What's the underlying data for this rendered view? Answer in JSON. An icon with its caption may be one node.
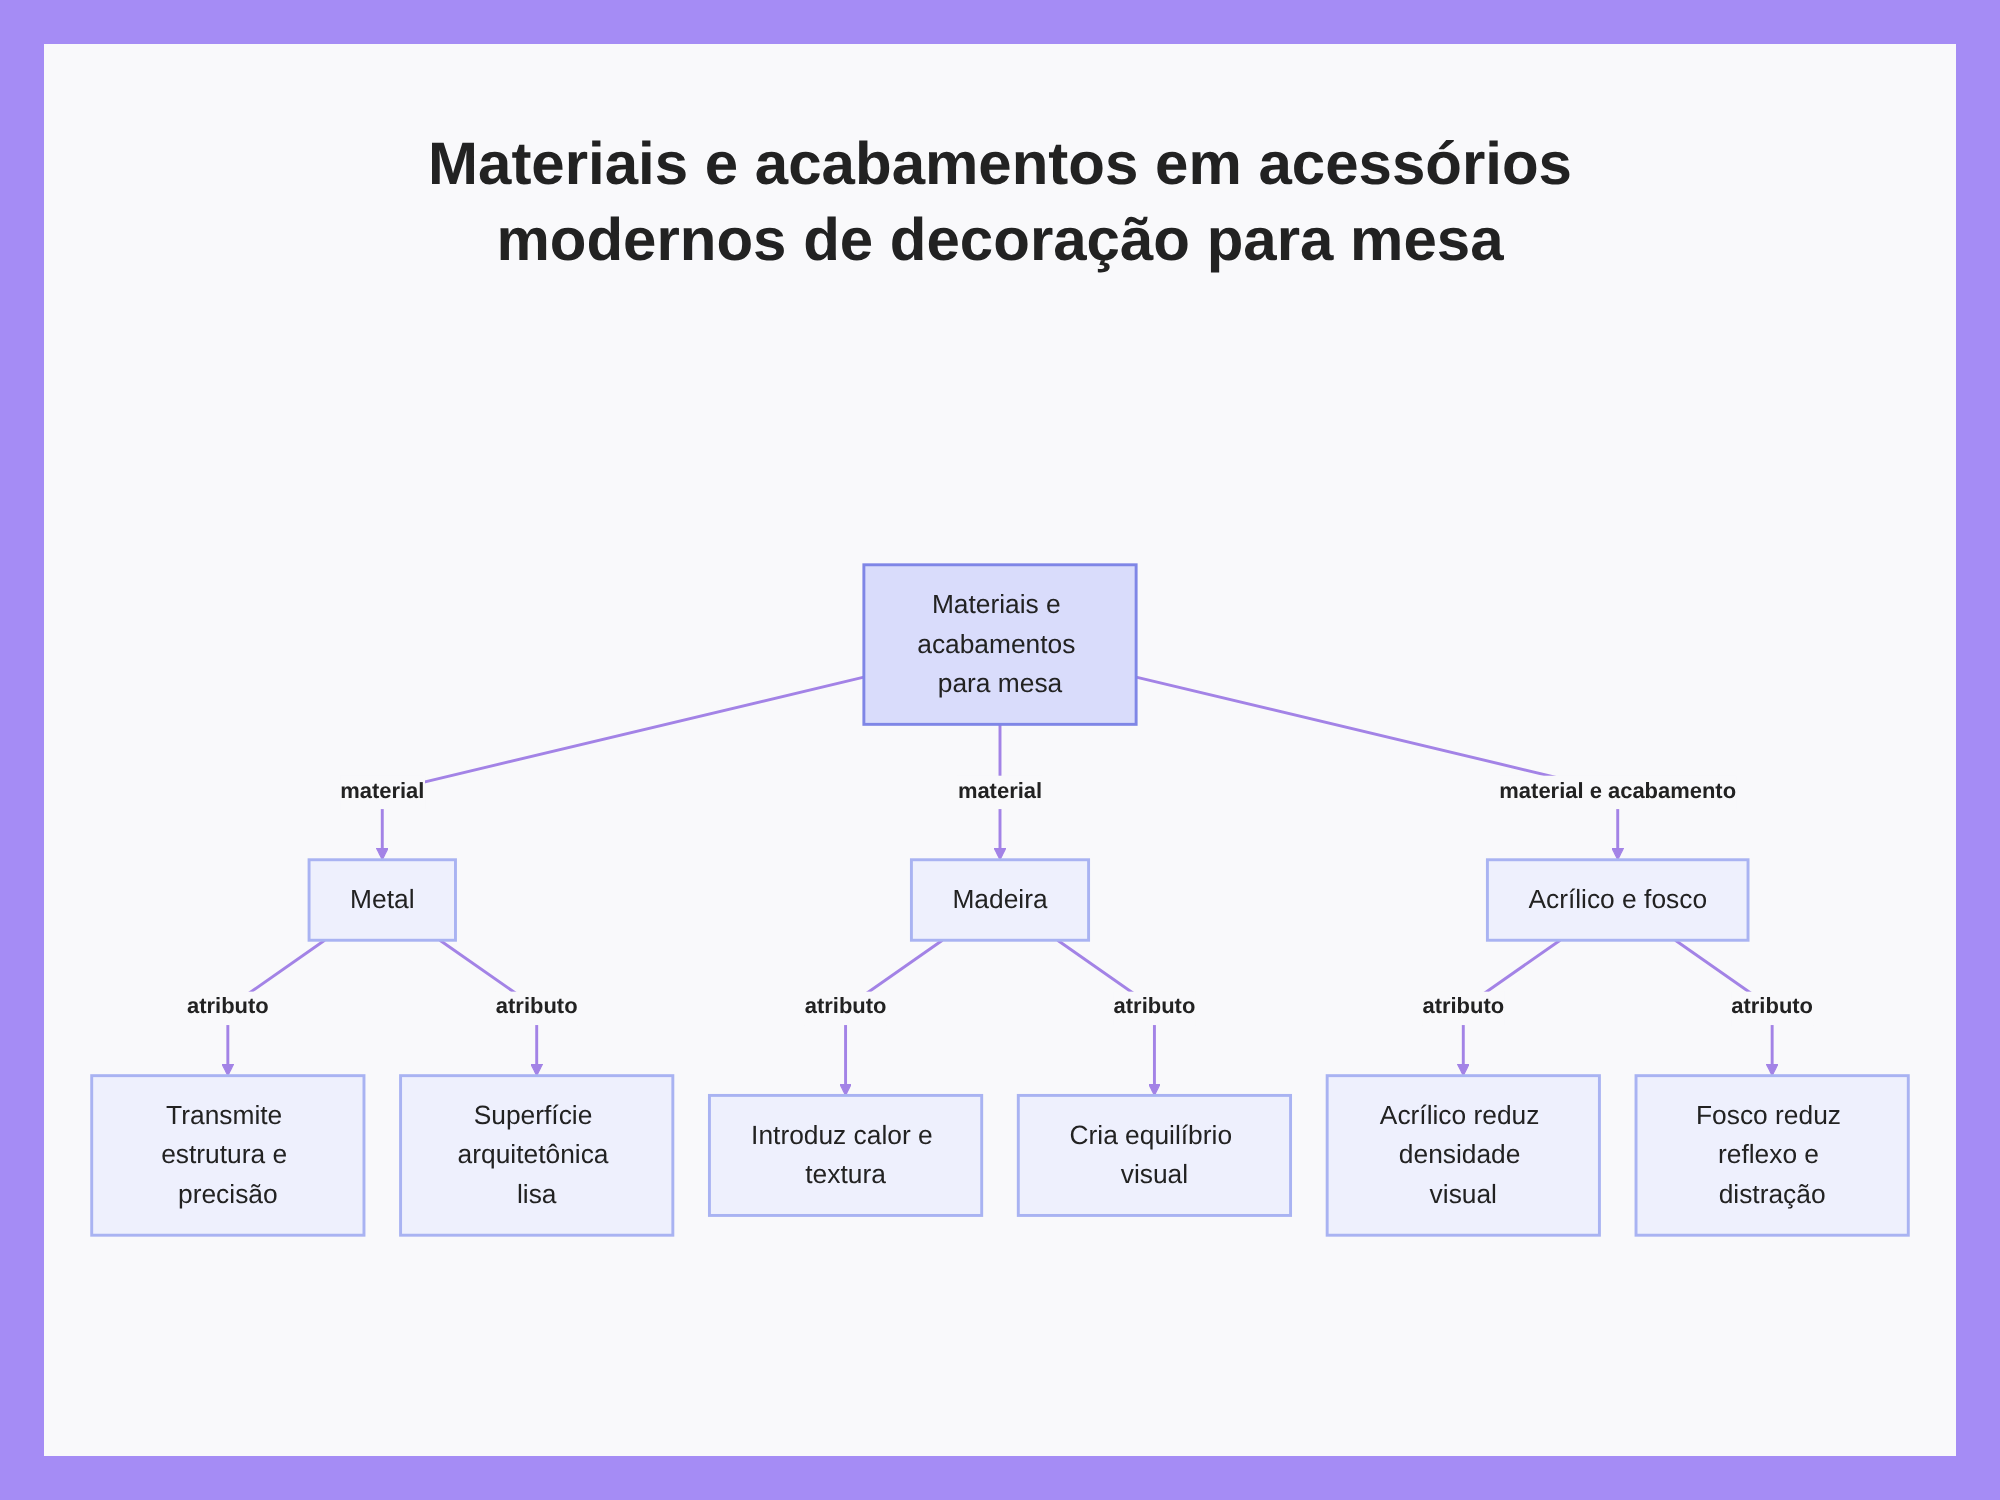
{
  "diagram": {
    "title": "Materiais e acabamentos em acessórios modernos de decoração para mesa",
    "nodes": [
      {
        "text": [
          "Materiais e acabamentos para mesa"
        ]
      },
      {
        "text": [
          "Metal"
        ]
      },
      {
        "text": [
          "Madeira"
        ]
      },
      {
        "text": [
          "Acrílico e fosco"
        ]
      },
      {
        "text": [
          "Transmite estrutura e precisão"
        ]
      },
      {
        "text": [
          "Superfície arquitetônica lisa"
        ]
      },
      {
        "text": [
          "Introduz calor e textura"
        ]
      },
      {
        "text": [
          "Cria equilíbrio visual"
        ]
      },
      {
        "text": [
          "Acrílico reduz densidade visual"
        ]
      },
      {
        "text": [
          "Fosco reduz reflexo e distração"
        ]
      }
    ],
    "edges": [
      {
        "from": 0,
        "to": 1,
        "arrow": "to",
        "label": "material"
      },
      {
        "from": 0,
        "to": 2,
        "arrow": "to",
        "label": "material"
      },
      {
        "from": 0,
        "to": 3,
        "arrow": "to",
        "label": "material e acabamento"
      },
      {
        "from": 1,
        "to": 4,
        "arrow": "to",
        "label": "atributo"
      },
      {
        "from": 1,
        "to": 5,
        "arrow": "to",
        "label": "atributo"
      },
      {
        "from": 2,
        "to": 6,
        "arrow": "to",
        "label": "atributo"
      },
      {
        "from": 2,
        "to": 7,
        "arrow": "to",
        "label": "atributo"
      },
      {
        "from": 3,
        "to": 8,
        "arrow": "to",
        "label": "atributo"
      },
      {
        "from": 3,
        "to": 9,
        "arrow": "to",
        "label": "atributo"
      }
    ]
  }
}
